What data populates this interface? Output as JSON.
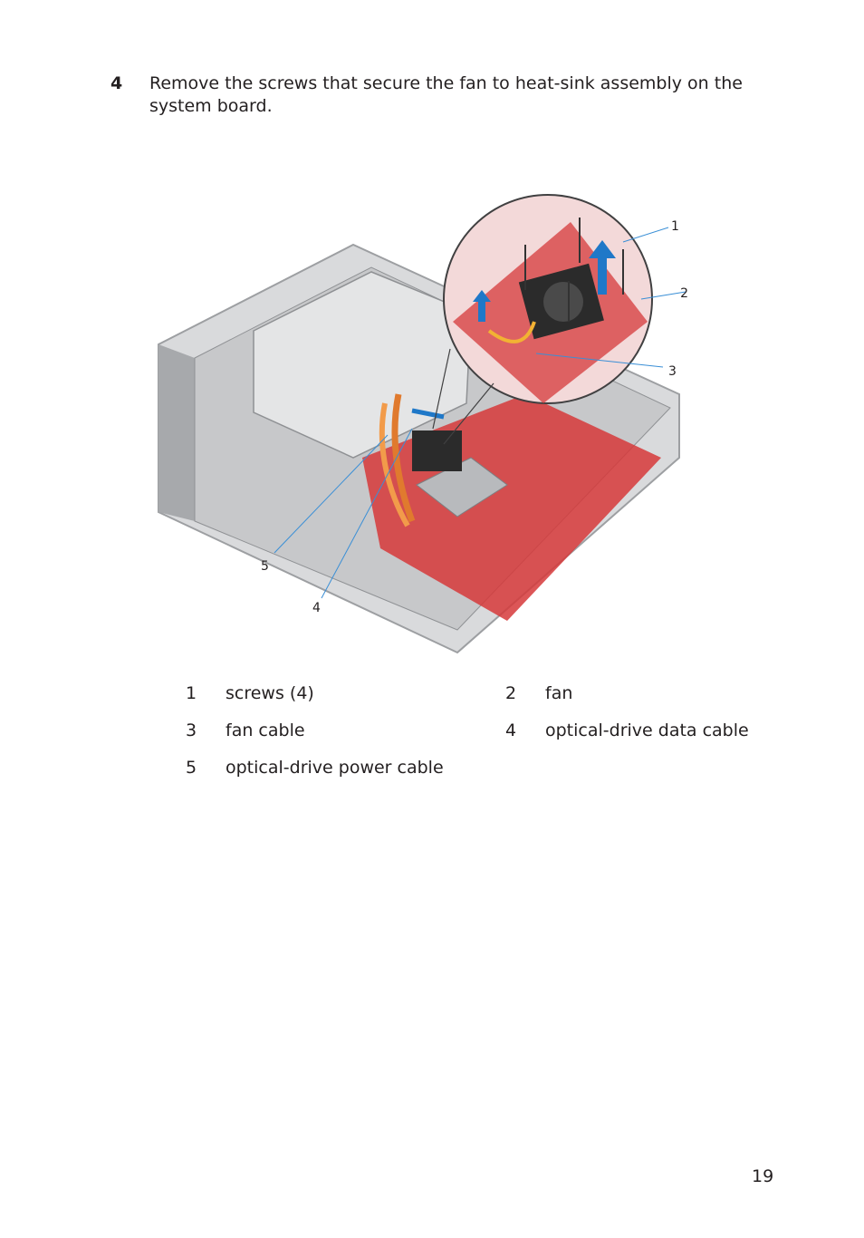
{
  "step": {
    "number": "4",
    "text": "Remove the screws that secure the fan to heat-sink assembly on the system board."
  },
  "figure": {
    "callouts": [
      "1",
      "2",
      "3",
      "4",
      "5"
    ]
  },
  "legend": [
    {
      "number": "1",
      "label": "screws (4)"
    },
    {
      "number": "2",
      "label": "fan"
    },
    {
      "number": "3",
      "label": "fan cable"
    },
    {
      "number": "4",
      "label": "optical-drive data cable"
    },
    {
      "number": "5",
      "label": "optical-drive power cable"
    }
  ],
  "page_number": "19",
  "colors": {
    "chassis": "#a7a9ac",
    "board": "#d6383a",
    "callout_line": "#3a8fd6",
    "arrow": "#1f78c8"
  }
}
